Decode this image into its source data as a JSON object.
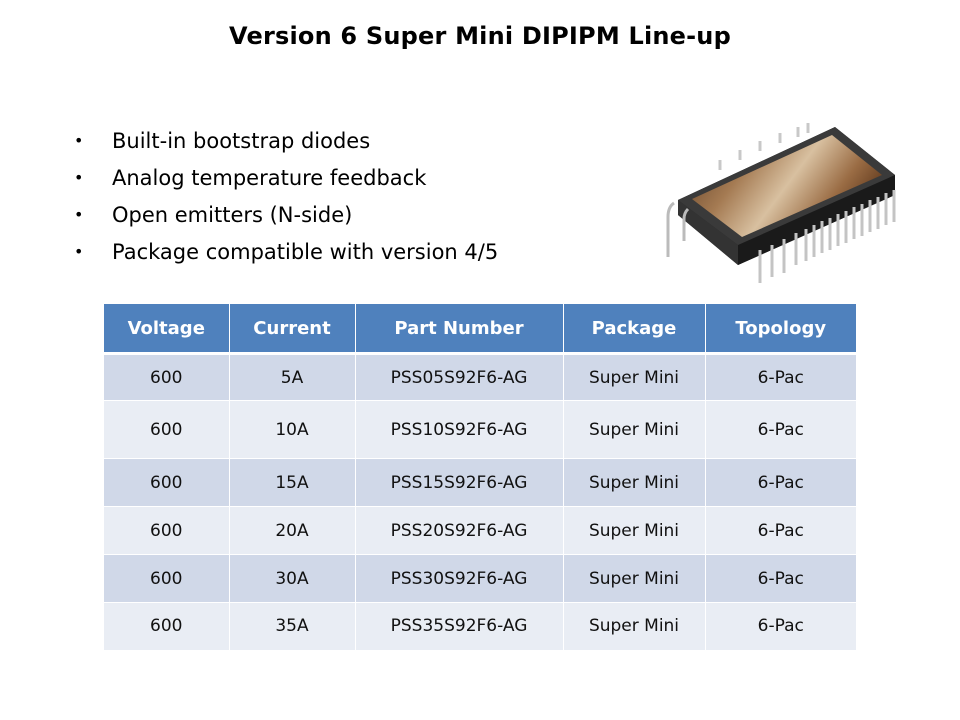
{
  "slide": {
    "title": "Version 6 Super Mini DIPIPM Line-up"
  },
  "bullets": [
    {
      "marker": "•",
      "text": "Built-in bootstrap diodes"
    },
    {
      "marker": "•",
      "text": "Analog temperature feedback"
    },
    {
      "marker": "•",
      "text": "Open emitters (N-side)"
    },
    {
      "marker": "•",
      "text": "Package compatible with version 4/5"
    }
  ],
  "image": {
    "icon": "ic-module-chip-icon",
    "description": "Super Mini DIPIPM package image"
  },
  "table": {
    "header_color": "#4f81bd",
    "row_colors": [
      "#d0d8e8",
      "#e9edf4"
    ],
    "headers": [
      "Voltage",
      "Current",
      "Part Number",
      "Package",
      "Topology"
    ],
    "rows": [
      [
        "600",
        "5A",
        "PSS05S92F6-AG",
        "Super Mini",
        "6-Pac"
      ],
      [
        "600",
        "10A",
        "PSS10S92F6-AG",
        "Super Mini",
        "6-Pac"
      ],
      [
        "600",
        "15A",
        "PSS15S92F6-AG",
        "Super Mini",
        "6-Pac"
      ],
      [
        "600",
        "20A",
        "PSS20S92F6-AG",
        "Super Mini",
        "6-Pac"
      ],
      [
        "600",
        "30A",
        "PSS30S92F6-AG",
        "Super Mini",
        "6-Pac"
      ],
      [
        "600",
        "35A",
        "PSS35S92F6-AG",
        "Super Mini",
        "6-Pac"
      ]
    ]
  }
}
